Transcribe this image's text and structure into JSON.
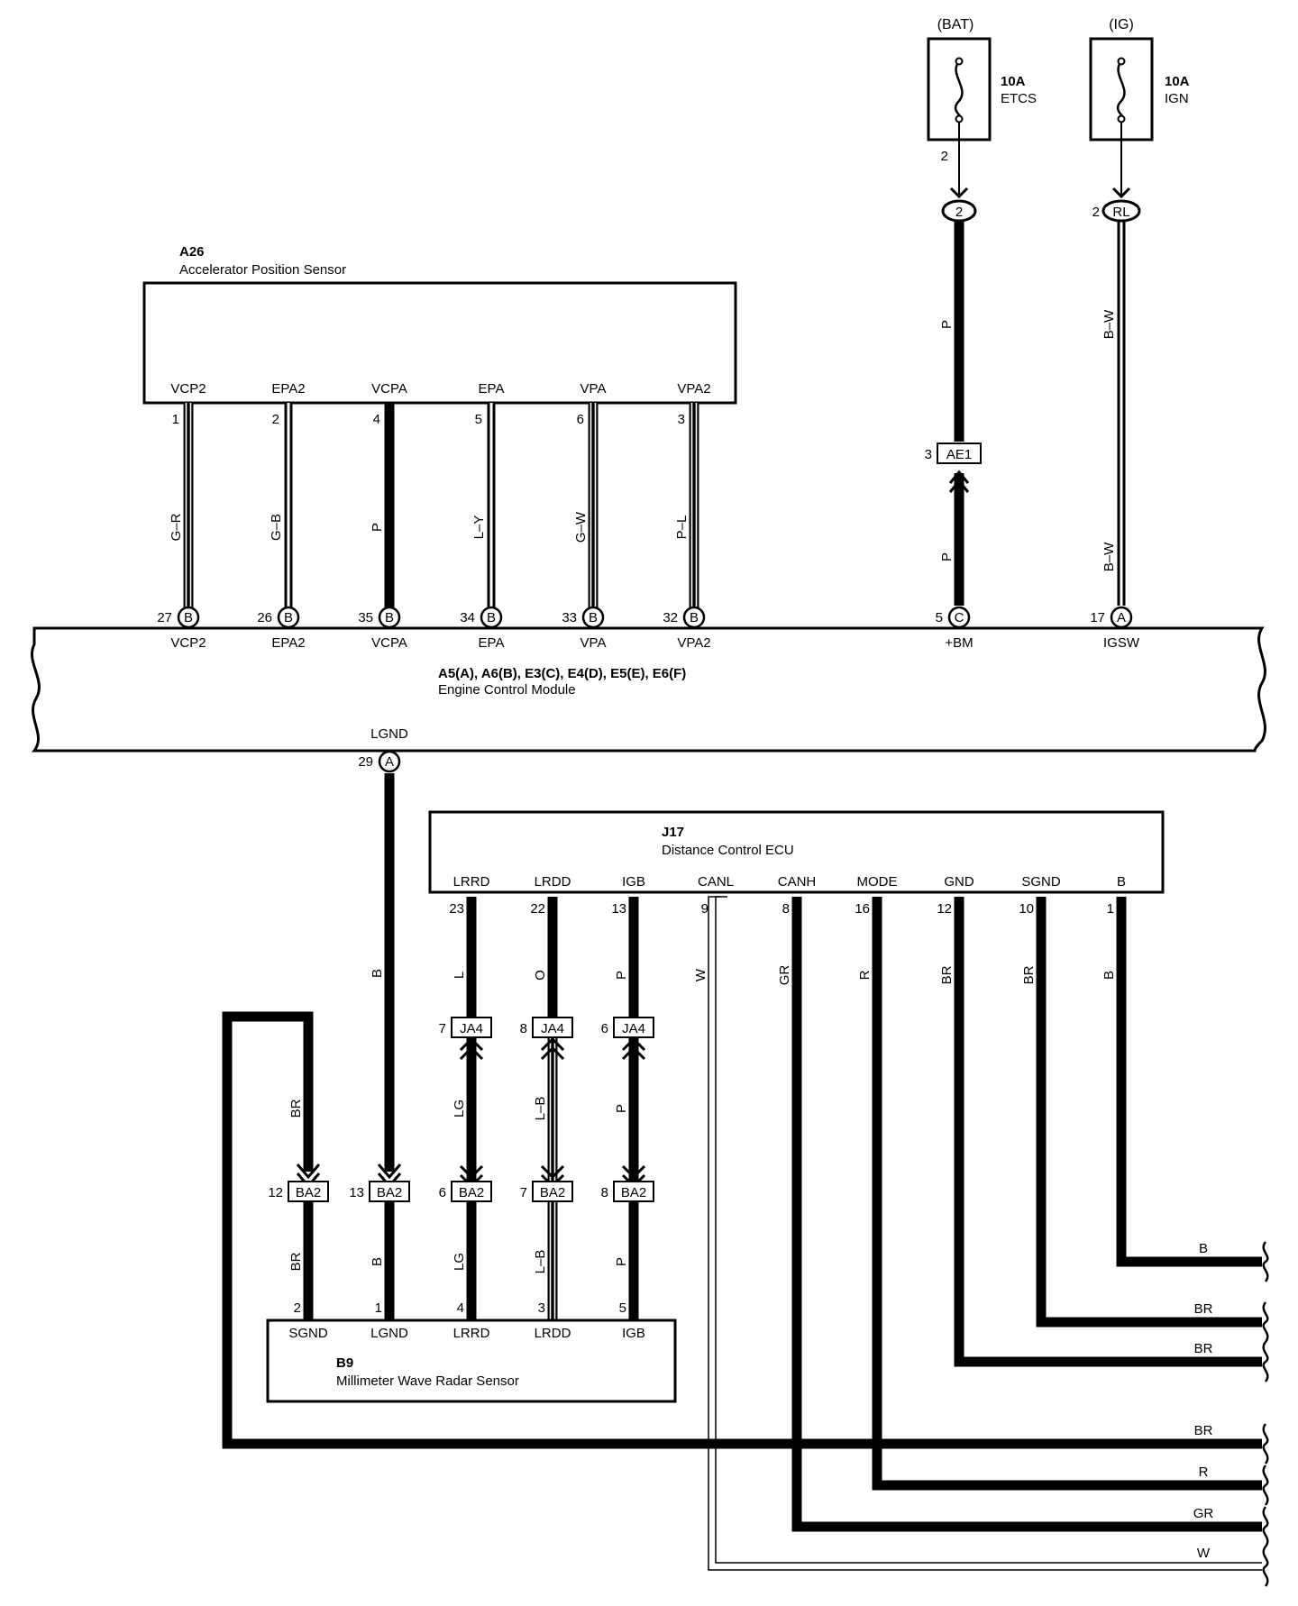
{
  "fuses": {
    "bat": {
      "source": "(BAT)",
      "rating": "10A",
      "name": "ETCS",
      "pin": "2",
      "connector": "2"
    },
    "ig": {
      "source": "(IG)",
      "rating": "10A",
      "name": "IGN",
      "pin": "2",
      "connector": "RL"
    }
  },
  "a26": {
    "code": "A26",
    "name": "Accelerator Position Sensor",
    "pins": [
      {
        "term": "VCP2",
        "no": "1",
        "wire": "G–R",
        "ecm_no": "27",
        "ecm_conn": "B",
        "ecm_term": "VCP2"
      },
      {
        "term": "EPA2",
        "no": "2",
        "wire": "G–B",
        "ecm_no": "26",
        "ecm_conn": "B",
        "ecm_term": "EPA2"
      },
      {
        "term": "VCPA",
        "no": "4",
        "wire": "P",
        "ecm_no": "35",
        "ecm_conn": "B",
        "ecm_term": "VCPA"
      },
      {
        "term": "EPA",
        "no": "5",
        "wire": "L–Y",
        "ecm_no": "34",
        "ecm_conn": "B",
        "ecm_term": "EPA"
      },
      {
        "term": "VPA",
        "no": "6",
        "wire": "G–W",
        "ecm_no": "33",
        "ecm_conn": "B",
        "ecm_term": "VPA"
      },
      {
        "term": "VPA2",
        "no": "3",
        "wire": "P–L",
        "ecm_no": "32",
        "ecm_conn": "B",
        "ecm_term": "VPA2"
      }
    ]
  },
  "ecm": {
    "codes": "A5(A), A6(B), E3(C), E4(D), E5(E), E6(F)",
    "name": "Engine Control Module",
    "bm": {
      "no": "5",
      "conn": "C",
      "term": "+BM",
      "wire_upper": "P",
      "wire_lower": "P",
      "junction": "AE1",
      "junction_pin": "3"
    },
    "igsw": {
      "no": "17",
      "conn": "A",
      "term": "IGSW",
      "wire_upper": "B–W",
      "wire_lower": "B–W"
    },
    "lgnd": {
      "no": "29",
      "conn": "A",
      "term": "LGND",
      "wire": "B"
    }
  },
  "j17": {
    "code": "J17",
    "name": "Distance Control ECU",
    "pins": [
      {
        "term": "LRRD",
        "no": "23",
        "wire": "L"
      },
      {
        "term": "LRDD",
        "no": "22",
        "wire": "O"
      },
      {
        "term": "IGB",
        "no": "13",
        "wire": "P"
      },
      {
        "term": "CANL",
        "no": "9",
        "wire": "W"
      },
      {
        "term": "CANH",
        "no": "8",
        "wire": "GR"
      },
      {
        "term": "MODE",
        "no": "16",
        "wire": "R"
      },
      {
        "term": "GND",
        "no": "12",
        "wire": "BR"
      },
      {
        "term": "SGND",
        "no": "10",
        "wire": "BR"
      },
      {
        "term": "B",
        "no": "1",
        "wire": "B"
      }
    ]
  },
  "ja4": [
    {
      "pin": "7",
      "label": "JA4",
      "wire_below": "LG"
    },
    {
      "pin": "8",
      "label": "JA4",
      "wire_below": "L–B"
    },
    {
      "pin": "6",
      "label": "JA4",
      "wire_below": "P"
    }
  ],
  "ba2": [
    {
      "pin": "12",
      "label": "BA2",
      "wire_above": "BR",
      "wire_below": "BR"
    },
    {
      "pin": "13",
      "label": "BA2",
      "wire_below": "B"
    },
    {
      "pin": "6",
      "label": "BA2",
      "wire_below": "LG"
    },
    {
      "pin": "7",
      "label": "BA2",
      "wire_below": "L–B"
    },
    {
      "pin": "8",
      "label": "BA2",
      "wire_below": "P"
    }
  ],
  "b9": {
    "code": "B9",
    "name": "Millimeter Wave Radar Sensor",
    "pins": [
      {
        "term": "SGND",
        "no": "2"
      },
      {
        "term": "LGND",
        "no": "1"
      },
      {
        "term": "LRRD",
        "no": "4"
      },
      {
        "term": "LRDD",
        "no": "3"
      },
      {
        "term": "IGB",
        "no": "5"
      }
    ]
  },
  "exits": [
    "B",
    "BR",
    "BR",
    "BR",
    "R",
    "GR",
    "W"
  ]
}
